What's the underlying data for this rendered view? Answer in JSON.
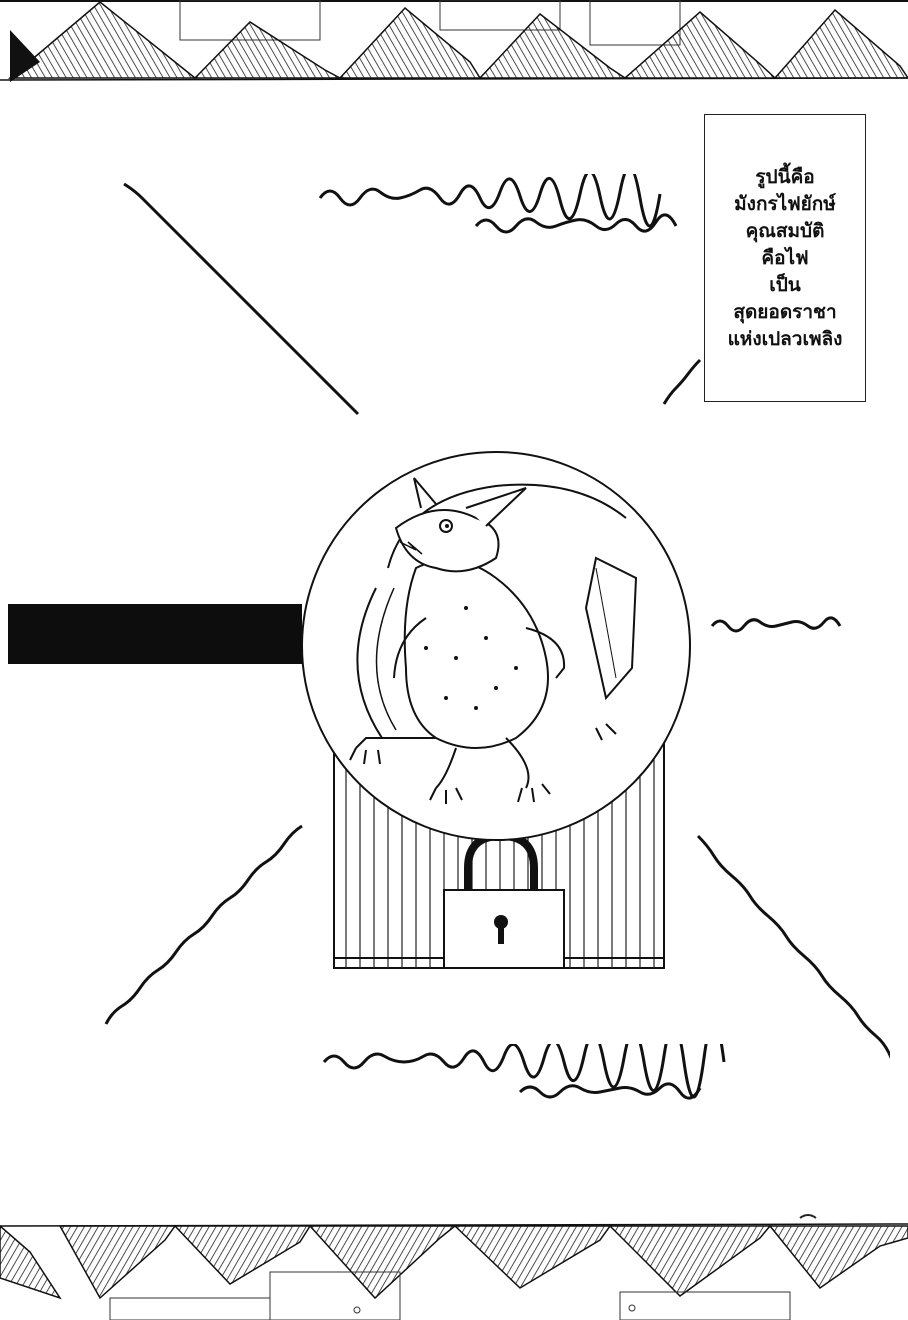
{
  "caption": {
    "lines": [
      "รูปนี้คือ",
      "มังกรไฟยักษ์",
      "คุณสมบัติ",
      "คือไฟ",
      "เป็น",
      "สุดยอดราชา",
      "แห่งเปลวเพลิง"
    ]
  },
  "colors": {
    "ink": "#111111",
    "paper": "#ffffff",
    "bar": "#0d0d0d"
  },
  "icons": {
    "illustration": "dragon-in-orb-on-locked-cage",
    "lock": "padlock-icon"
  }
}
